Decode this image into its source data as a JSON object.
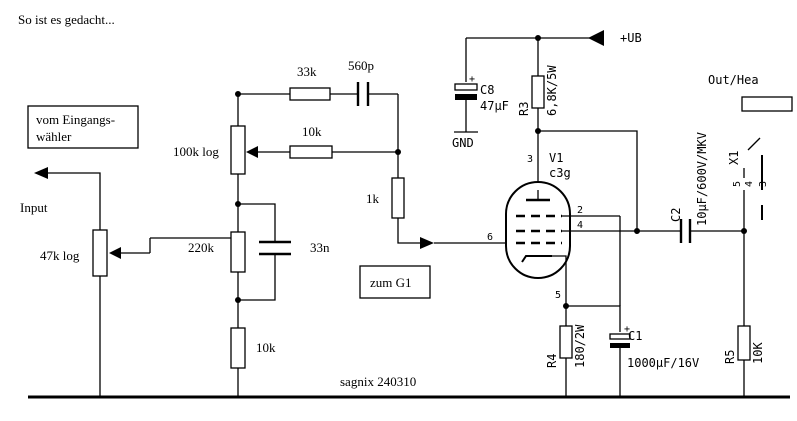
{
  "header": {
    "caption": "So ist es gedacht..."
  },
  "boxes": {
    "source": {
      "line1": "vom Eingangs-",
      "line2": "wähler"
    },
    "grid": {
      "label": "zum G1"
    }
  },
  "labels": {
    "input": "Input",
    "supply": "+UB",
    "output": "Out/Hea",
    "signature": "sagnix 240310",
    "gnd": "GND"
  },
  "components": {
    "r_33k": "33k",
    "c_560p": "560p",
    "r_10k_fb": "10k",
    "pot_100k": "100k log",
    "r_1k": "1k",
    "r_220k": "220k",
    "c_33n": "33n",
    "r_10k_bottom": "10k",
    "pot_47k": "47k log",
    "c8_name": "C8",
    "c8_value": "47µF",
    "r3_name": "R3",
    "r3_value": "6,8K/5W",
    "v1_name": "V1",
    "v1_type": "c3g",
    "c2_name": "C2",
    "c2_value": "10µF/600V/MKV",
    "r4_name": "R4",
    "r4_value": "180/2W",
    "c1_name": "C1",
    "c1_value": "1000µF/16V",
    "r5_name": "R5",
    "r5_value": "10K",
    "x1_name": "X1"
  },
  "pins": {
    "p3": "3",
    "p2": "2",
    "p4": "4",
    "p6": "6",
    "p5": "5",
    "j5": "5",
    "j4": "4",
    "j3": "3"
  },
  "polarity": {
    "plus": "+"
  }
}
